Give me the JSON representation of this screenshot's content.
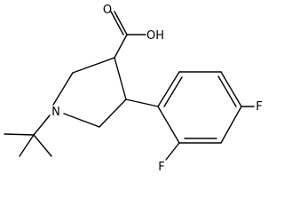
{
  "molecule": {
    "atoms": {
      "carboxylic_oxygen_double": "O",
      "carboxylic_hydroxyl": "OH",
      "ring_nitrogen": "N",
      "fluorine_ortho": "F",
      "fluorine_para": "F"
    }
  }
}
